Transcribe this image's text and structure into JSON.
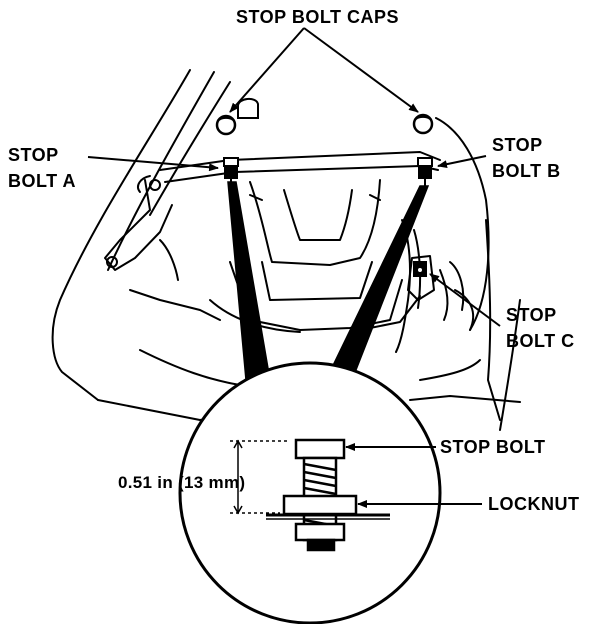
{
  "labels": {
    "stop_bolt_caps": "STOP BOLT CAPS",
    "stop_bolt_a_line1": "STOP",
    "stop_bolt_a_line2": "BOLT A",
    "stop_bolt_b_line1": "STOP",
    "stop_bolt_b_line2": "BOLT B",
    "stop_bolt_c_line1": "STOP",
    "stop_bolt_c_line2": "BOLT C",
    "stop_bolt": "STOP BOLT",
    "locknut": "LOCKNUT",
    "dimension": "0.51 in (13 mm)"
  },
  "colors": {
    "ink": "#000000",
    "paper": "#ffffff"
  }
}
